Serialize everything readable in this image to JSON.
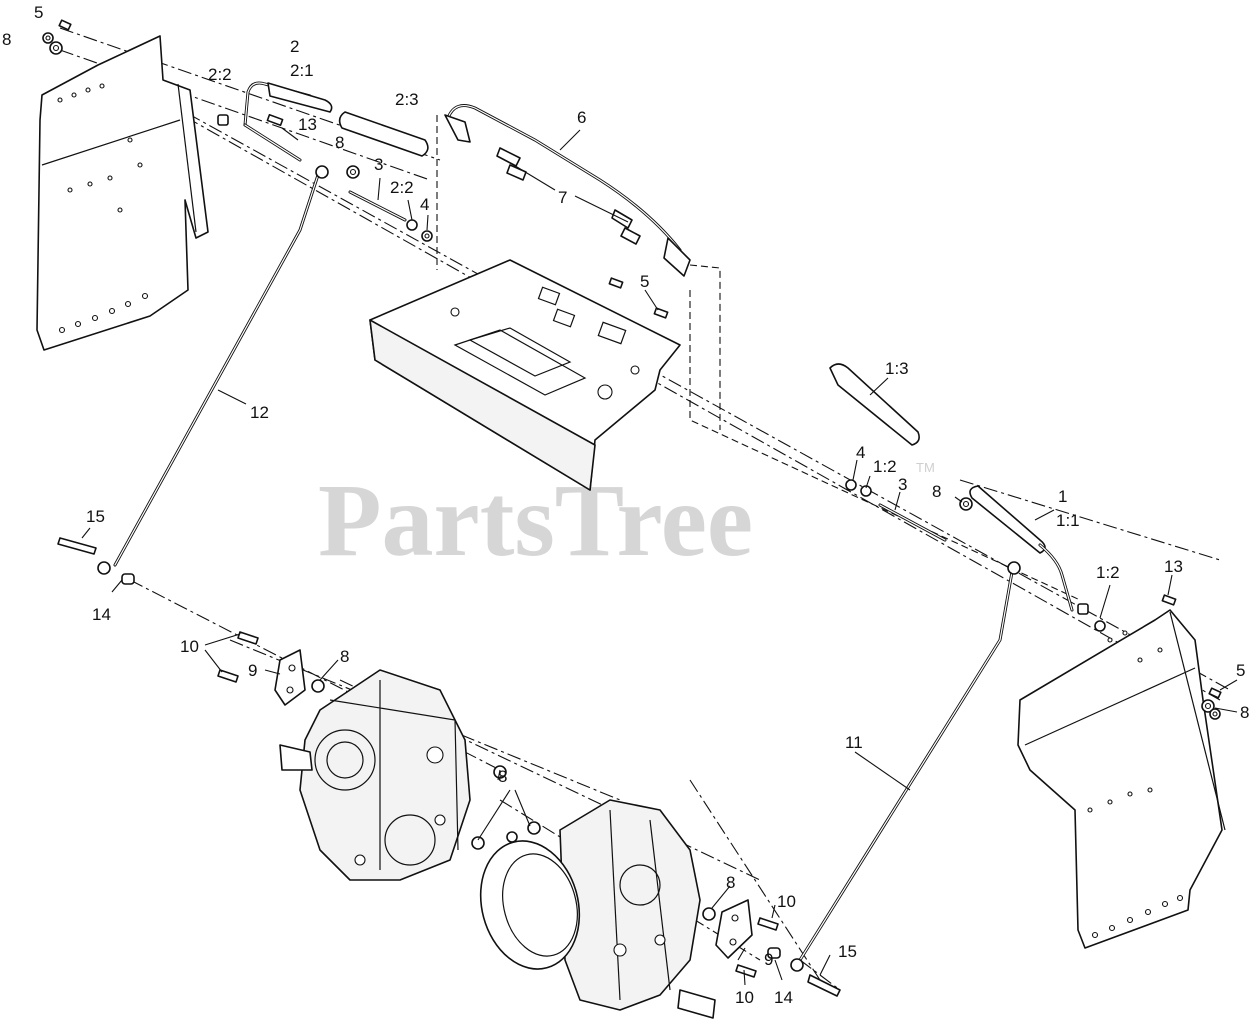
{
  "watermark": {
    "text": "PartsTree",
    "tm": "TM"
  },
  "callouts": [
    {
      "id": "c5a",
      "label": "5"
    },
    {
      "id": "c8a",
      "label": "8"
    },
    {
      "id": "c2",
      "label": "2"
    },
    {
      "id": "c21",
      "label": "2:1"
    },
    {
      "id": "c22a",
      "label": "2:2"
    },
    {
      "id": "c23",
      "label": "2:3"
    },
    {
      "id": "c13a",
      "label": "13"
    },
    {
      "id": "c8b",
      "label": "8"
    },
    {
      "id": "c3a",
      "label": "3"
    },
    {
      "id": "c22b",
      "label": "2:2"
    },
    {
      "id": "c4a",
      "label": "4"
    },
    {
      "id": "c6",
      "label": "6"
    },
    {
      "id": "c7",
      "label": "7"
    },
    {
      "id": "c5b",
      "label": "5"
    },
    {
      "id": "c12",
      "label": "12"
    },
    {
      "id": "c13b",
      "label": "1:3"
    },
    {
      "id": "c4b",
      "label": "4"
    },
    {
      "id": "c12b",
      "label": "1:2"
    },
    {
      "id": "c3b",
      "label": "3"
    },
    {
      "id": "c8c",
      "label": "8"
    },
    {
      "id": "c1",
      "label": "1"
    },
    {
      "id": "c11a",
      "label": "1:1"
    },
    {
      "id": "c15a",
      "label": "15"
    },
    {
      "id": "c14a",
      "label": "14"
    },
    {
      "id": "c12c",
      "label": "1:2"
    },
    {
      "id": "c13c",
      "label": "13"
    },
    {
      "id": "c5c",
      "label": "5"
    },
    {
      "id": "c8d",
      "label": "8"
    },
    {
      "id": "c10a",
      "label": "10"
    },
    {
      "id": "c8e",
      "label": "8"
    },
    {
      "id": "c9a",
      "label": "9"
    },
    {
      "id": "c11",
      "label": "11"
    },
    {
      "id": "c8f",
      "label": "8"
    },
    {
      "id": "c8g",
      "label": "8"
    },
    {
      "id": "c10b",
      "label": "10"
    },
    {
      "id": "c9b",
      "label": "9"
    },
    {
      "id": "c15b",
      "label": "15"
    },
    {
      "id": "c10c",
      "label": "10"
    },
    {
      "id": "c14b",
      "label": "14"
    }
  ]
}
